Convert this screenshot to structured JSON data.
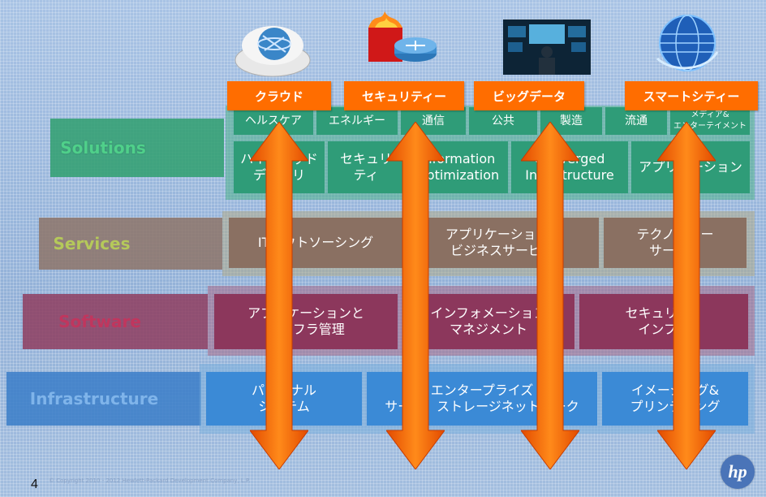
{
  "tiers": {
    "solutions": {
      "label": "Solutions",
      "row1": [
        "ヘルスケア",
        "エネルギー",
        "通信",
        "公共",
        "製造",
        "流通",
        "メディア&\nエンターテイメント"
      ],
      "row2": [
        "ハイブリッド\nデリバリ",
        "セキュリ\nティ",
        "Information\nOptimization",
        "Converged\nInfrastructure",
        "アプリケーション"
      ]
    },
    "services": {
      "label": "Services",
      "cells": [
        "ITアウトソーシング",
        "アプリケーション&\nビジネスサービス",
        "テクノロジー\nサービス"
      ]
    },
    "software": {
      "label": "Software",
      "cells": [
        "アプリケーションと\nインフラ管理",
        "インフォメーション\nマネジメント",
        "セキュリティ\nインフラ"
      ]
    },
    "infrastructure": {
      "label": "Infrastructure",
      "cells": [
        "パーソナル\nシステム",
        "エンタープライズ\nサーバ、ストレージネットワーク",
        "イメージング&\nプリンティング"
      ]
    }
  },
  "headers": [
    "クラウド",
    "セキュリティー",
    "ビッグデータ",
    "スマートシティー"
  ],
  "icons": [
    "cloud-icon",
    "firewall-router-icon",
    "data-display-icon",
    "globe-icon"
  ],
  "footer": {
    "page_number": "4",
    "copyright": "© Copyright 2010 - 2012 Hewlett-Packard Development Company, L.P.",
    "logo_text": "hp"
  },
  "colors": {
    "header": "#ff6d00",
    "arrow": "#ff6a00",
    "solutions": "#2e9e74",
    "services": "#8a7266",
    "software": "#8e3b5e",
    "infrastructure": "#3a8cd6"
  }
}
